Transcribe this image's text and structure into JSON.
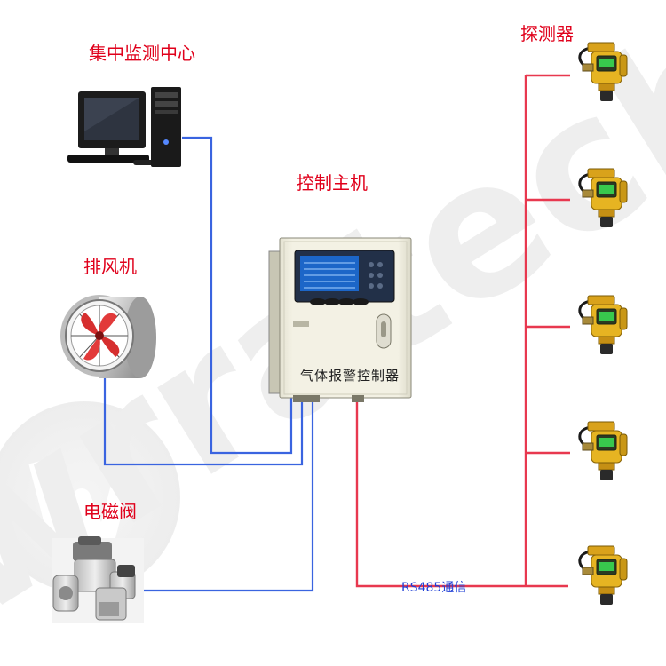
{
  "labels": {
    "monitoring_center": "集中监测中心",
    "control_host": "控制主机",
    "exhaust_fan": "排风机",
    "solenoid_valve": "电磁阀",
    "detectors": "探测器",
    "rs485": "RS485通信",
    "panel_title": "气体报警控制器"
  },
  "watermark": {
    "text": "wrratech",
    "color": "#ececec"
  },
  "colors": {
    "signal_wire": "#3a64e0",
    "bus_wire": "#e8384f",
    "label_red": "#e0001b",
    "rs485_text": "#1f3fd6",
    "cabinet": "#f1efe1"
  },
  "icons": {
    "computer": "desktop-computer-icon",
    "fan": "axial-fan-icon",
    "valve": "solenoid-valve-icon",
    "detector": "gas-detector-icon"
  },
  "detector_count": 5
}
